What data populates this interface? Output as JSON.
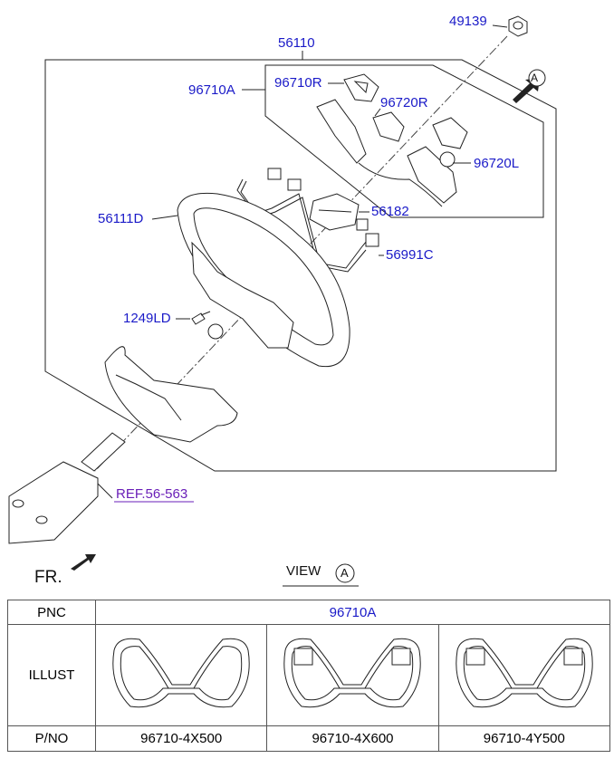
{
  "callouts": {
    "nut": "49139",
    "assembly": "56110",
    "switch_assy": "96710A",
    "switch_r": "96710R",
    "switch_cover_r": "96720R",
    "switch_cover_l": "96720L",
    "body": "56111D",
    "bracket": "56182",
    "extension_wire": "56991C",
    "bolt": "1249LD",
    "ref": "REF.56-563",
    "view_marker": "A"
  },
  "front_label": "FR.",
  "view": {
    "label": "VIEW",
    "marker": "A"
  },
  "table": {
    "rows": {
      "pnc_label": "PNC",
      "pnc_value": "96710A",
      "illust_label": "ILLUST",
      "pno_label": "P/NO"
    },
    "variants": [
      {
        "pno": "96710-4X500",
        "buttons": "none"
      },
      {
        "pno": "96710-4X600",
        "buttons": "audio+cruise"
      },
      {
        "pno": "96710-4Y500",
        "buttons": "audio+cruise"
      }
    ]
  },
  "colors": {
    "callout_text": "#1a1ac8",
    "ref_text": "#6a1fb8",
    "line": "#222222"
  }
}
